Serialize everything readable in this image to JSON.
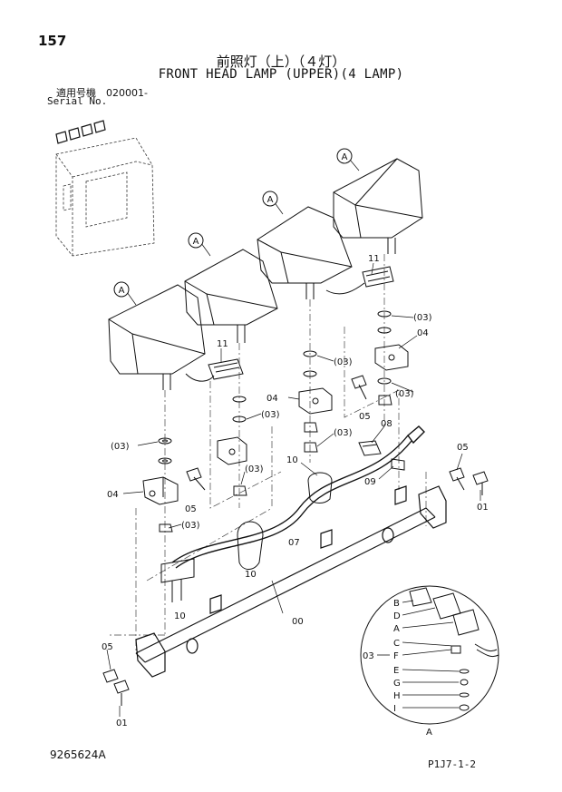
{
  "header": {
    "page_number": "157",
    "title_jp": "前照灯（上）（４灯）",
    "title_en": "FRONT HEAD LAMP (UPPER)(4 LAMP)",
    "serial_jp": "適用号機　020001-",
    "serial_en": "Serial No."
  },
  "footer": {
    "doc_number": "9265624A",
    "page_code": "P1J7-1-2"
  },
  "callouts": {
    "lamp_a": "A",
    "p00": "00",
    "p01": "01",
    "p03": "(03)",
    "p03_plain": "03",
    "p04": "04",
    "p05": "05",
    "p07": "07",
    "p08": "08",
    "p09": "09",
    "p10": "10",
    "p11": "11"
  },
  "detail": {
    "title": "A",
    "labels": [
      "B",
      "D",
      "A",
      "C",
      "F",
      "E",
      "G",
      "H",
      "I"
    ],
    "group_ref": "03"
  }
}
